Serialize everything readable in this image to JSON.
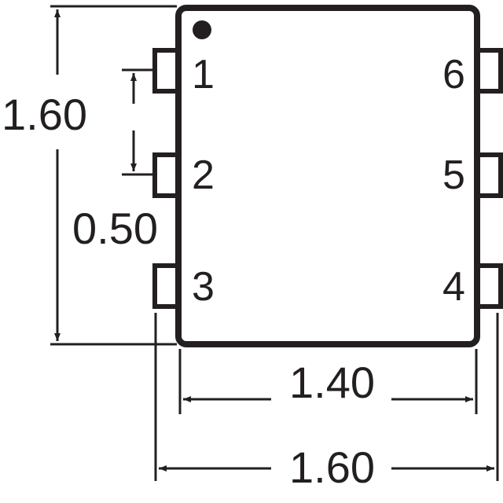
{
  "colors": {
    "ink": "#231f20",
    "background": "#ffffff"
  },
  "package": {
    "pin1_marker": "filled-dot",
    "pins": [
      {
        "number": "1",
        "side": "left"
      },
      {
        "number": "2",
        "side": "left"
      },
      {
        "number": "3",
        "side": "left"
      },
      {
        "number": "4",
        "side": "right"
      },
      {
        "number": "5",
        "side": "right"
      },
      {
        "number": "6",
        "side": "right"
      }
    ]
  },
  "dimensions": {
    "height": "1.60",
    "pitch": "0.50",
    "body_width": "1.40",
    "overall_width": "1.60"
  }
}
